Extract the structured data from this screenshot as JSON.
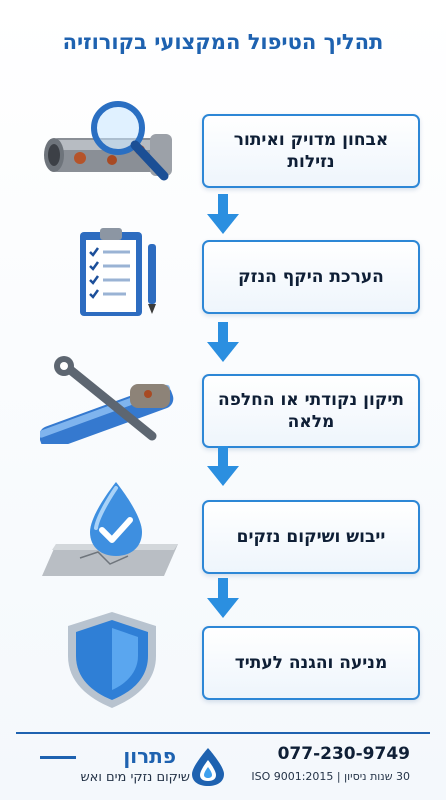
{
  "title": "תהליך הטיפול המקצועי בקורוזיה",
  "steps": [
    {
      "label": "אבחון מדויק ואיתור נזילות",
      "icon": "pipe-magnifier-icon"
    },
    {
      "label": "הערכת היקף הנזק",
      "icon": "clipboard-checklist-icon"
    },
    {
      "label": "תיקון נקודתי או החלפה מלאה",
      "icon": "pipe-wrench-icon"
    },
    {
      "label": "ייבוש ושיקום נזקים",
      "icon": "water-drop-check-icon"
    },
    {
      "label": "מניעה והגנה לעתיד",
      "icon": "shield-icon"
    }
  ],
  "footer": {
    "brand_name": "פתרון",
    "brand_tagline": "שיקום נזקי מים ואש",
    "phone": "077-230-9749",
    "certification": "30 שנות ניסיון | ISO 9001:2015"
  },
  "colors": {
    "accent": "#1e62b0",
    "card_border": "#2d87d6",
    "arrow": "#2b8fe0"
  }
}
